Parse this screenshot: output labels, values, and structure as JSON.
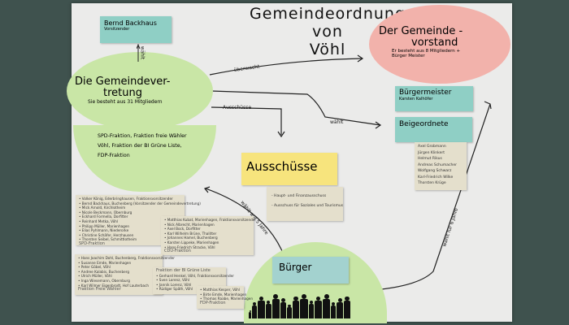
{
  "title": {
    "line1": "Gemeindeordnung",
    "line2": "von",
    "line3": "Vöhl"
  },
  "chair": {
    "name": "Bernd Backhaus",
    "role": "Vorsitzender",
    "arrow_label": "wählt"
  },
  "council": {
    "title1": "Die Gemeindever-",
    "title2": "tretung",
    "subtitle": "Sie besteht aus 31 Mitgliedern"
  },
  "factions_summary": [
    "SPD-Fraktion, Fraktion freie Wähler",
    "Vöhl, Fraktion der BI Grüne Liste,",
    "FDP-Fraktion"
  ],
  "board": {
    "title1": "Der Gemeinde -",
    "title2": "vorstand",
    "subtitle1": "Er besteht aus 8 Mitgliedern +",
    "subtitle2": "Bürger Meister"
  },
  "mayor": {
    "title": "Bürgermeister",
    "name": "Karsten Kalhöfer"
  },
  "deputies": {
    "title": "Beigeordnete",
    "names": [
      "Axel Grobmann",
      "Jürgen Klinkert",
      "Helmut Rikus",
      "Andreas Schumacher",
      "Wolfgang Schwarz",
      "Karl-Friedrich Wilke",
      "Thorsten Krüge"
    ]
  },
  "committees": {
    "title": "Ausschüsse",
    "items": [
      "- Haupt- und Finanzausschuss",
      "- Ausschuss für Soziales und Tourismus"
    ]
  },
  "citizens": {
    "title": "Bürger"
  },
  "arrows": {
    "oversees": "überwacht",
    "committees": "Ausschüsse",
    "elects": "wählt",
    "elects5": "wählt auf 5 Jahre",
    "elects6": "wählt für 6 Jahre"
  },
  "lists": [
    {
      "label": "SPD-Fraktion",
      "names": [
        "Volker König, Ederbringhausen, Fraktionsvorsitzender",
        "Bernd Backhaus, Buchenberg (Vorsitzender der Gemeindevertretung)",
        "Mick Arnold, Kirchlotheim",
        "Nicole Beckmann, Obernburg",
        "Eckhard Formella, Dorfitter",
        "Reinhard Metka, Vöhl",
        "Philipp Müller, Marienhagen",
        "Elias Pyhlmann, Niederorke",
        "Christine Schäfer, Herzhausen",
        "Thorsten Seibel, Schmittlotheim"
      ]
    },
    {
      "label": "CDU-Fraktion",
      "names": [
        "Matthias Kubat, Marienhagen, Fraktionsvorsitzender",
        "Nick Albrecht, Marienhagen",
        "Axel Bock, Dorfitter",
        "Karl Wilhelm Brüne, Thalitter",
        "Johannes Hamel, Buchenberg",
        "Karsten Lippeke, Marienhagen",
        "Hans-Friedrich Stracke, Vöhl"
      ]
    },
    {
      "label": "Fraktion Freie Wähler",
      "names": [
        "Hans Joachim Dohl, Buchenberg, Fraktionsvorsitzender",
        "Susanne Emde, Marienhagen",
        "Peter Göbel, Vöhl",
        "Andree Kalabis, Buchenberg",
        "Ulrich Müller, Vöhl",
        "Inga Wiesemann, Obernburg",
        "Karl Wilmer Eigenbrodt, Hof Lauterbach"
      ]
    },
    {
      "label": "Fraktion der BI Grüne Liste",
      "names": [
        "Gerhard Henkel, Vöhl, Fraktionsvorsitzender",
        "Sven Lorenz, Vöhl",
        "Jannik Lorenz, Vöhl",
        "Rüdiger Späth, Vöhl"
      ]
    },
    {
      "label": "FDP-Fraktion",
      "names": [
        "Matthias Kesper, Vöhl",
        "Birte Emde, Marienhagen",
        "Thomas Raabe, Marienhagen"
      ]
    }
  ]
}
